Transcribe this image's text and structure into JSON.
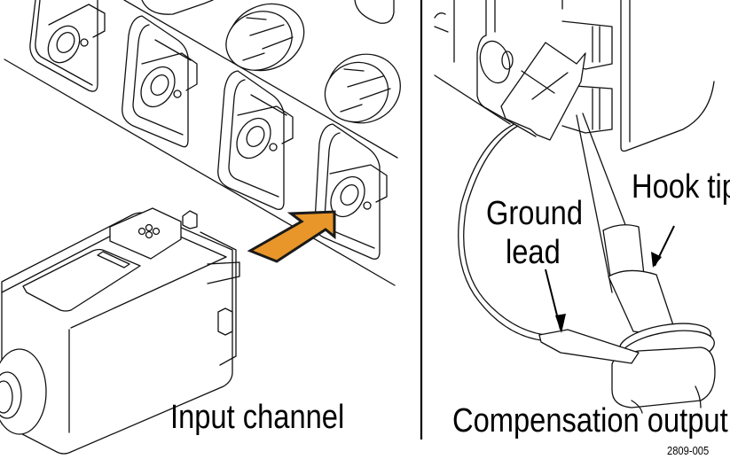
{
  "figure": {
    "left_panel": {
      "caption": "Input channel",
      "arrow_color": "#E8962A",
      "arrow_outline_color": "#1a1a1a"
    },
    "right_panel": {
      "caption": "Compensation output",
      "callouts": [
        {
          "line1": "Ground",
          "line2": "lead"
        },
        {
          "line1": "Hook tip"
        }
      ]
    },
    "figure_number": "2809-005"
  }
}
